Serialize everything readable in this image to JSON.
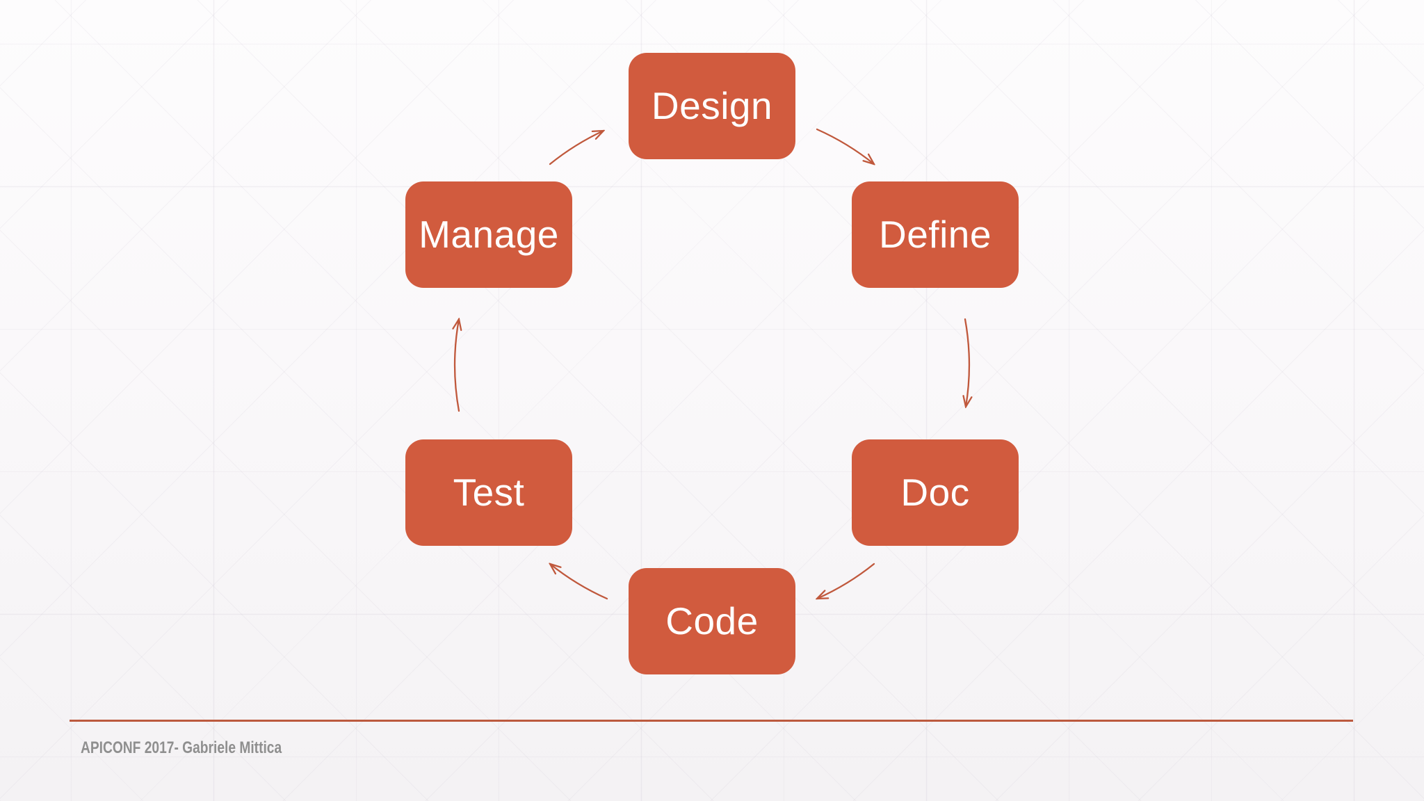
{
  "diagram": {
    "type": "cycle",
    "direction": "clockwise",
    "nodes": [
      {
        "id": "design",
        "label": "Design"
      },
      {
        "id": "define",
        "label": "Define"
      },
      {
        "id": "doc",
        "label": "Doc"
      },
      {
        "id": "code",
        "label": "Code"
      },
      {
        "id": "test",
        "label": "Test"
      },
      {
        "id": "manage",
        "label": "Manage"
      }
    ],
    "arrows": [
      {
        "from": "Manage",
        "to": "Design"
      },
      {
        "from": "Design",
        "to": "Define"
      },
      {
        "from": "Define",
        "to": "Doc"
      },
      {
        "from": "Doc",
        "to": "Code"
      },
      {
        "from": "Code",
        "to": "Test"
      },
      {
        "from": "Test",
        "to": "Manage"
      }
    ],
    "colors": {
      "node_fill": "#d15b3e",
      "node_text": "#ffffff",
      "arrow": "#c0583c"
    }
  },
  "footer": {
    "credit": "APICONF 2017- Gabriele Mittica",
    "divider_color": "#bc5a3e",
    "text_color": "#8f8f8f"
  }
}
